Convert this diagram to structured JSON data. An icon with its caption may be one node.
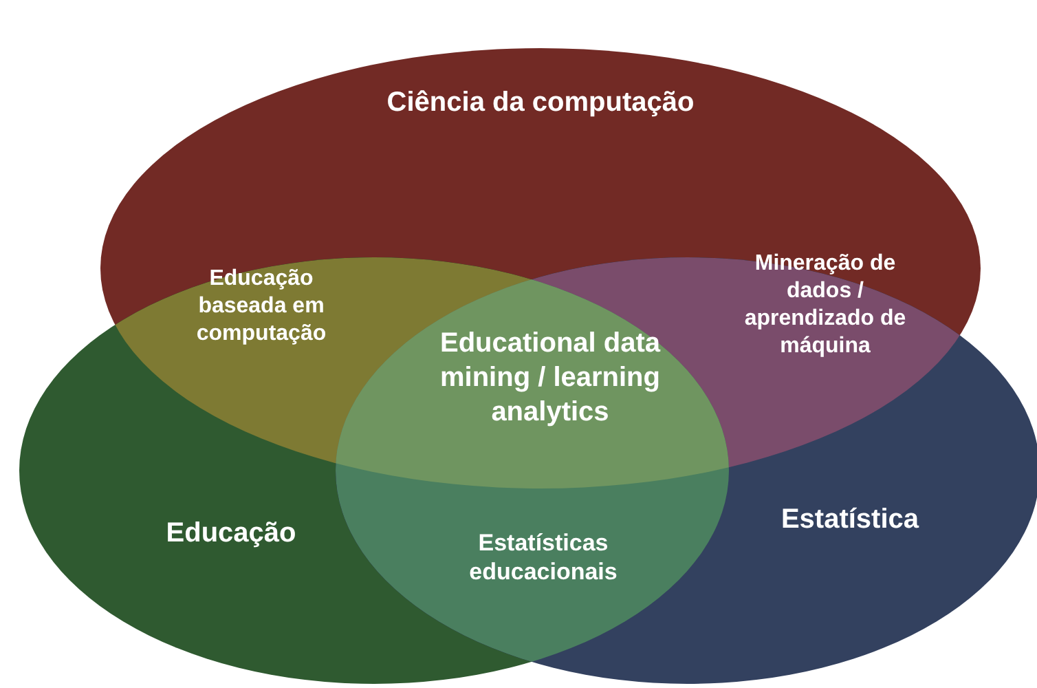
{
  "diagram": {
    "nodes": [
      {
        "text": [
          "Ciência da computação"
        ]
      },
      {
        "text": [
          "Educação"
        ]
      },
      {
        "text": [
          "Estatística"
        ]
      }
    ],
    "edges": [],
    "labels": [
      "Educação baseada em computação",
      "Mineração de dados / aprendizado de máquina",
      "Educational data mining / learning analytics",
      "Estatísticas educacionais"
    ]
  }
}
